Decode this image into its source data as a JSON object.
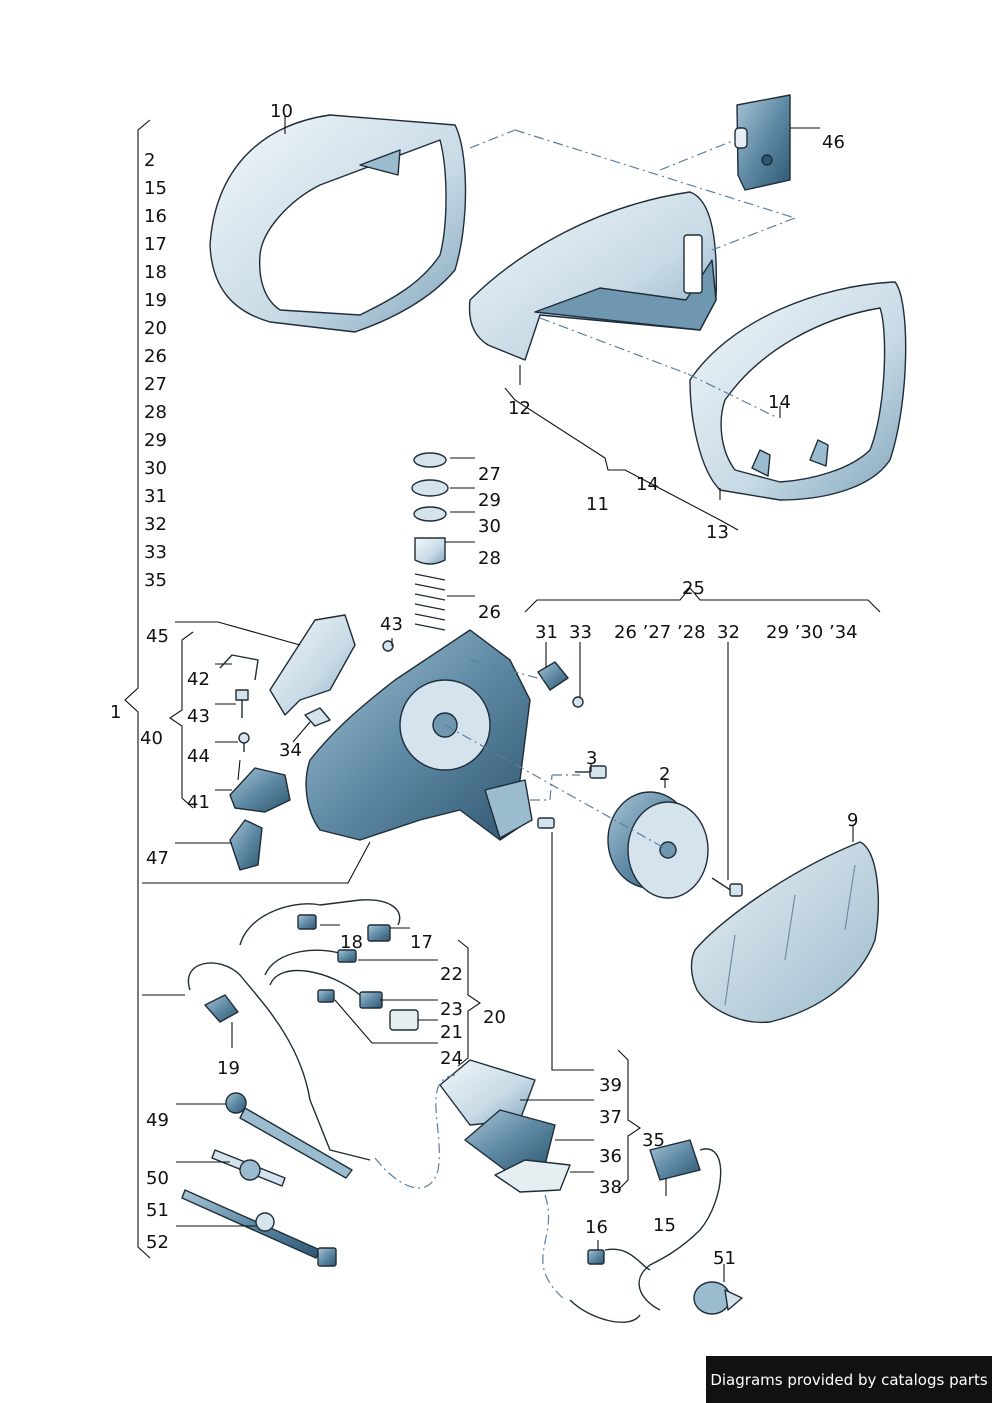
{
  "labels": {
    "n1": "1",
    "n2": "2",
    "n3": "3",
    "n9": "9",
    "n10": "10",
    "n11": "11",
    "n12": "12",
    "n13": "13",
    "n14a": "14",
    "n14b": "14",
    "n15": "15",
    "n16": "16",
    "n17": "17",
    "n18": "18",
    "n19": "19",
    "n20": "20",
    "n21": "21",
    "n22": "22",
    "n23": "23",
    "n24": "24",
    "n25": "25",
    "n26": "26",
    "n27": "27",
    "n28": "28",
    "n29": "29",
    "n30": "30",
    "n31": "31",
    "n32": "32",
    "n33": "33",
    "n34": "34",
    "n35": "35",
    "n36": "36",
    "n37": "37",
    "n38": "38",
    "n39": "39",
    "n40": "40",
    "n41": "41",
    "n42": "42",
    "n43a": "43",
    "n43b": "43",
    "n44": "44",
    "n45": "45",
    "n46": "46",
    "n47": "47",
    "n49": "49",
    "n50": "50",
    "n51a": "51",
    "n51b": "51",
    "n52": "52",
    "g26_27_28": "26 ’27 ’28",
    "g29_30_34": "29 ’30 ’34"
  },
  "left_list": [
    "2",
    "15",
    "16",
    "17",
    "18",
    "19",
    "20",
    "26",
    "27",
    "28",
    "29",
    "30",
    "31",
    "32",
    "33",
    "35"
  ],
  "footer": "Diagrams provided by catalogs parts",
  "colors": {
    "part_fill": "#c9dbe6",
    "part_dark": "#3f6d8a",
    "outline": "#1f2d3a"
  }
}
